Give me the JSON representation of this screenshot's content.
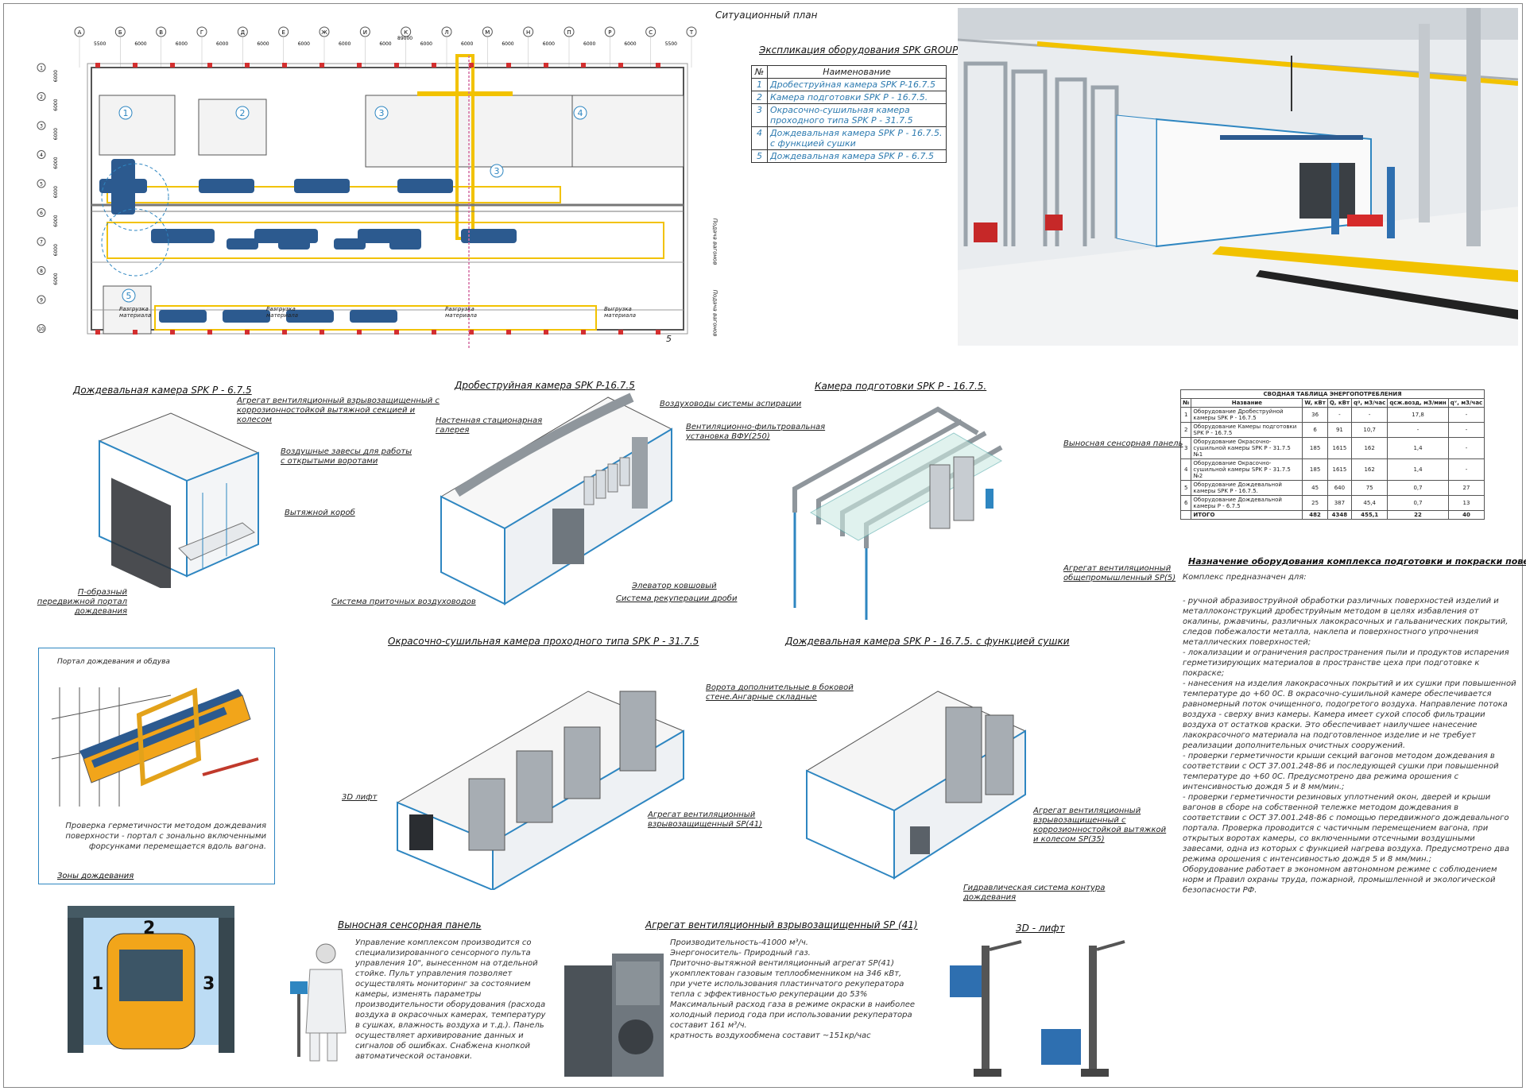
{
  "site_plan": {
    "title": "Ситуационный план",
    "axis_letters": [
      "А",
      "Б",
      "В",
      "Г",
      "Д",
      "Е",
      "Ж",
      "И",
      "К",
      "Л",
      "М",
      "Н",
      "П",
      "Р",
      "С",
      "Т"
    ],
    "top_dims": [
      "5500",
      "6000",
      "6000",
      "6000",
      "6000",
      "6000",
      "6000",
      "6000",
      "6000",
      "6000",
      "6000",
      "6000",
      "6000",
      "6000",
      "5500"
    ],
    "total_dim": "89000",
    "rows": [
      "1",
      "2",
      "3",
      "4",
      "5",
      "6",
      "7",
      "8",
      "9",
      "10"
    ],
    "row_dims": [
      "6000",
      "6000",
      "6000",
      "6000",
      "6000",
      "6000",
      "6000",
      "6000"
    ],
    "zone_numbers": [
      "1",
      "2",
      "3",
      "3",
      "4",
      "5"
    ],
    "notes": [
      "Разгрузка материала",
      "Разгрузка материала",
      "Разгрузка материала",
      "Выгрузка материала",
      "Подача вагонов",
      "Подача вагонов",
      "5"
    ]
  },
  "explication": {
    "title": "Экспликация оборудования SPK GROUP",
    "col_no": "№",
    "col_name": "Наименование",
    "rows": [
      {
        "no": "1",
        "name": "Дробеструйная камера SPK P-16.7.5"
      },
      {
        "no": "2",
        "name": "Камера подготовки SPK P - 16.7.5."
      },
      {
        "no": "3",
        "name": "Окрасочно-сушильная камера проходного типа SPK P - 31.7.5"
      },
      {
        "no": "4",
        "name": "Дождевальная камера SPK P - 16.7.5. с функцией сушки"
      },
      {
        "no": "5",
        "name": "Дождевальная камера SPK P - 6.7.5"
      }
    ]
  },
  "sections": {
    "rain_small": {
      "title": "Дождевальная камера SPK P - 6.7.5",
      "labels": [
        "Агрегат вентиляционный взрывозащищенный с коррозионностойкой вытяжной секцией и колесом",
        "Воздушные завесы для работы с открытыми воротами",
        "Вытяжной короб",
        "П-образный передвижной портал дождевания"
      ]
    },
    "shot": {
      "title": "Дробеструйная камера SPK P-16.7.5",
      "labels": [
        "Воздуховоды системы аспирации",
        "Настенная стационарная галерея",
        "Вентиляционно-фильтровальная установка ВФУ(250)",
        "Элеватор ковшовый",
        "Система приточных воздуховодов",
        "Система рекуперации дроби"
      ]
    },
    "prep": {
      "title": "Камера подготовки SPK P - 16.7.5.",
      "labels": [
        "Выносная сенсорная панель",
        "Агрегат вентиляционный общепромышленный SP(5)"
      ]
    },
    "paint": {
      "title": "Окрасочно-сушильная камера проходного типа SPK P - 31.7.5",
      "labels": [
        "Ворота дополнительные в боковой стене.Ангарные складные",
        "3D лифт",
        "Агрегат вентиляционный взрывозащищенный SP(41)"
      ]
    },
    "rain_dry": {
      "title": "Дождевальная камера SPK P - 16.7.5. с функцией сушки",
      "labels": [
        "Агрегат вентиляционный взрывозащищенный с коррозионностойкой вытяжкой и колесом SP(35)",
        "Гидравлическая система контура дождевания"
      ]
    },
    "portal": {
      "caption": "Портал дождевания и обдува",
      "text": "Проверка герметичности методом дождевания поверхности - портал с зонально включенными форсунками перемещается вдоль вагона.",
      "zones_title": "Зоны дождевания",
      "zones": [
        "1",
        "2",
        "3"
      ]
    },
    "panel": {
      "title": "Выносная сенсорная панель",
      "text": "Управление комплексом производится со специализированного сенсорного пульта управления 10\", вынесенном на отдельной стойке. Пульт управления позволяет осуществлять мониторинг за состоянием камеры, изменять параметры производительности оборудования (расхода воздуха в окрасочных камерах, температуру в сушках, влажность воздуха и т.д.). Панель осуществляет архивирование данных и сигналов об ошибках. Снабжена кнопкой автоматической остановки."
    },
    "unit": {
      "title": "Агрегат вентиляционный взрывозащищенный SP (41)",
      "lines": [
        "Производительность-41000 м³/ч.",
        "Энергоноситель- Природный газ.",
        "Приточно-вытяжной вентиляционный агрегат SP(41) укомплектован газовым теплообменником на 346 кВт, при учете использования пластинчатого рекуператора тепла с эффективностью рекуперации до 53%",
        "Максимальный расход газа в режиме окраски в наиболее холодный период года при использовании рекуператора составит 161 м³/ч.",
        "кратность воздухообмена составит ~151кр/час"
      ]
    },
    "lift": {
      "title": "3D - лифт"
    }
  },
  "energy": {
    "title": "СВОДНАЯ ТАБЛИЦА ЭНЕРГОПОТРЕБЛЕНИЯ",
    "headers": [
      "№",
      "Название",
      "W, кВт",
      "Q, кВт",
      "qᵍ, м3/час",
      "qсж.возд, м3/мин",
      "qᵛ, м3/час"
    ],
    "rows": [
      [
        "1",
        "Оборудование Дробеструйной камеры SPK P - 16.7.5",
        "36",
        "-",
        "-",
        "17,8",
        "-"
      ],
      [
        "2",
        "Оборудование Камеры подготовки SPK P - 16.7.5",
        "6",
        "91",
        "10,7",
        "-",
        "-"
      ],
      [
        "3",
        "Оборудование Окрасочно-сушильной камеры SPK P - 31.7.5 №1",
        "185",
        "1615",
        "162",
        "1,4",
        "-"
      ],
      [
        "4",
        "Оборудование Окрасочно-сушильной камеры SPK P - 31.7.5 №2",
        "185",
        "1615",
        "162",
        "1,4",
        "-"
      ],
      [
        "5",
        "Оборудование Дождевальной камеры SPK P - 16.7.5.",
        "45",
        "640",
        "75",
        "0,7",
        "27"
      ],
      [
        "6",
        "Оборудование Дождевальной камеры P - 6.7.5",
        "25",
        "387",
        "45,4",
        "0,7",
        "13"
      ]
    ],
    "total": [
      "",
      "ИТОГО",
      "482",
      "4348",
      "455,1",
      "22",
      "40"
    ]
  },
  "purpose": {
    "title": "Назначение оборудования комплекса подготовки и покраски поверхности",
    "intro": "Комплекс предназначен для:",
    "body": "- ручной абразивоструйной обработки различных поверхностей изделий и металлоконструкций дробеструйным методом в целях избавления от окалины, ржавчины, различных лакокрасочных и гальванических покрытий, следов побежалости металла, наклепа и поверхностного упрочнения металлических поверхностей;\n- локализации и ограничения распространения пыли и продуктов испарения герметизирующих материалов в пространстве цеха при подготовке к покраске;\n- нанесения на изделия лакокрасочных покрытий и их сушки при повышенной температуре до +60 0С. В окрасочно-сушильной камере обеспечивается равномерный поток очищенного, подогретого воздуха. Направление потока воздуха - сверху вниз камеры. Камера имеет сухой способ фильтрации воздуха от остатков краски. Это обеспечивает наилучшее нанесение лакокрасочного материала на подготовленное изделие и не требует реализации дополнительных очистных сооружений.\n- проверки герметичности крыши секций вагонов методом дождевания в соответствии с ОСТ 37.001.248-86 и последующей сушки при повышенной температуре до +60 0С. Предусмотрено два режима орошения с интенсивностью дождя 5 и 8 мм/мин.;\n- проверки герметичности резиновых уплотнений окон, дверей и крыши вагонов в сборе на собственной тележке методом дождевания в соответствии с ОСТ 37.001.248-86 с помощью передвижного дождевального портала. Проверка проводится с частичным перемещением вагона, при открытых воротах камеры, со включенными отсечными воздушными завесами, одна из которых с функцией нагрева воздуха. Предусмотрено два режима орошения с интенсивностью дождя 5 и 8 мм/мин.;\nОборудование работает в экономном автономном режиме с соблюдением норм и Правил охраны труда, пожарной, промышленной и экологической безопасности РФ."
  },
  "colors": {
    "accent": "#2e86c1",
    "yellow": "#f2c200",
    "wagon": "#2c5a8f"
  }
}
